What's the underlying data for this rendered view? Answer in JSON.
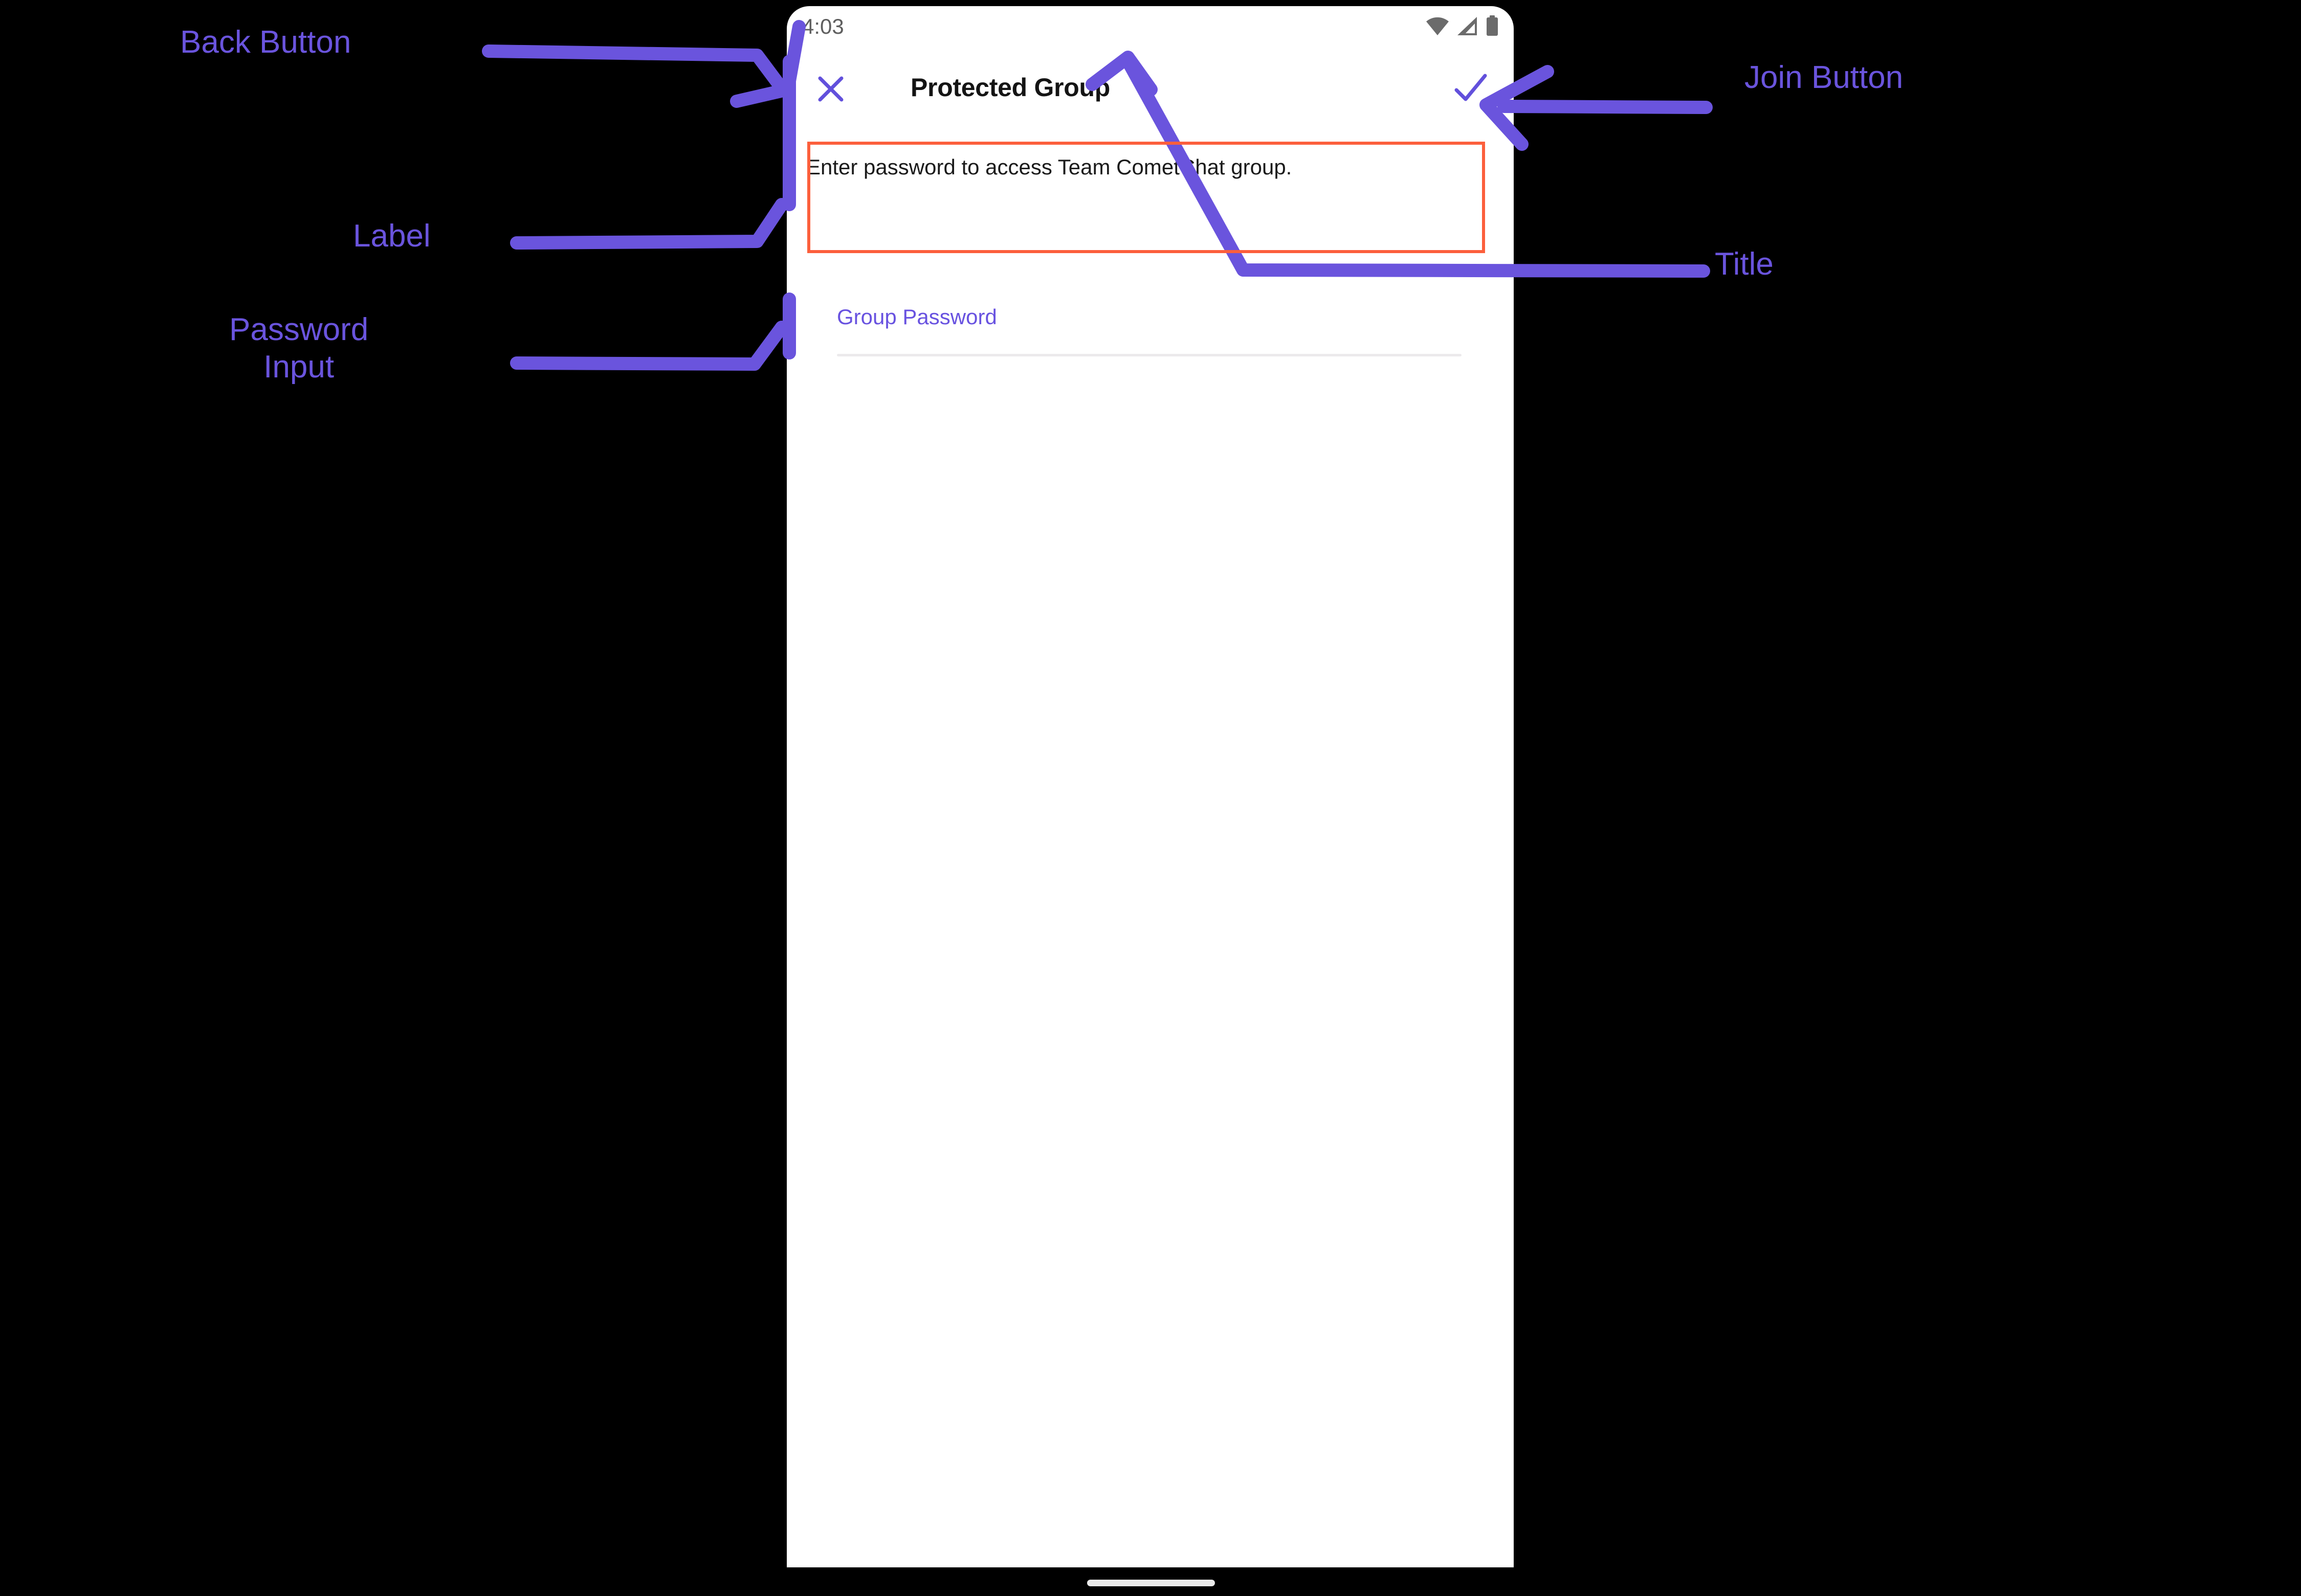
{
  "phone": {
    "status_bar": {
      "time": "4:03",
      "icons": [
        "wifi-icon",
        "cellular-signal-icon",
        "battery-icon"
      ]
    },
    "app_bar": {
      "close_icon": "close-icon",
      "title": "Protected Group",
      "join_icon": "check-icon"
    },
    "body": {
      "description": "Enter password to access Team CometChat group.",
      "field_label": "Group Password",
      "password_value": "",
      "password_placeholder": ""
    },
    "home_indicator": "home-indicator"
  },
  "annotations": {
    "accent_color": "#6a54dd",
    "highlight_color": "#fc5f3c",
    "items": [
      {
        "id": "back-button",
        "label": "Back Button"
      },
      {
        "id": "label",
        "label": "Label"
      },
      {
        "id": "password-input",
        "label": "Password\nInput"
      },
      {
        "id": "join-button",
        "label": "Join Button"
      },
      {
        "id": "title",
        "label": "Title"
      }
    ]
  },
  "colors": {
    "screen_background": "#ffffff",
    "page_background": "#000000",
    "title_text": "#141414",
    "label_purple": "#6852e0",
    "status_gray": "#5f5f5f",
    "divider": "#eceaec"
  }
}
